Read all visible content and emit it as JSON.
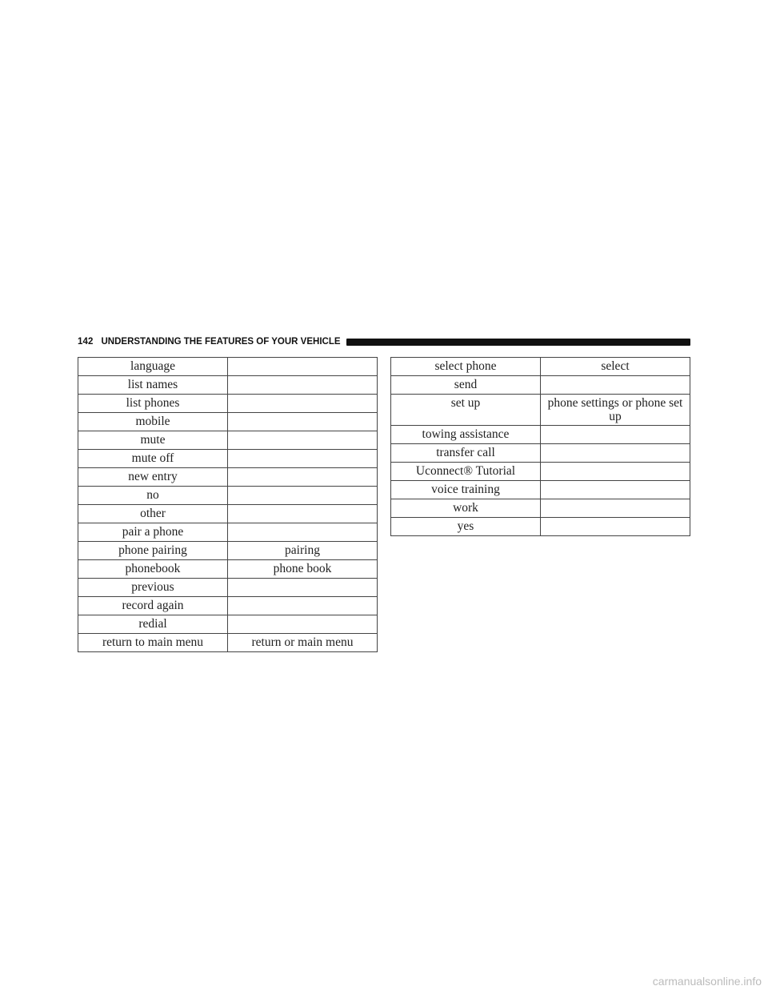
{
  "header": {
    "page_number": "142",
    "section_title": "UNDERSTANDING THE FEATURES OF YOUR VEHICLE"
  },
  "left_table": {
    "rows": [
      {
        "command": "language",
        "alternate": ""
      },
      {
        "command": "list names",
        "alternate": ""
      },
      {
        "command": "list phones",
        "alternate": ""
      },
      {
        "command": "mobile",
        "alternate": ""
      },
      {
        "command": "mute",
        "alternate": ""
      },
      {
        "command": "mute off",
        "alternate": ""
      },
      {
        "command": "new entry",
        "alternate": ""
      },
      {
        "command": "no",
        "alternate": ""
      },
      {
        "command": "other",
        "alternate": ""
      },
      {
        "command": "pair a phone",
        "alternate": ""
      },
      {
        "command": "phone pairing",
        "alternate": "pairing"
      },
      {
        "command": "phonebook",
        "alternate": "phone book"
      },
      {
        "command": "previous",
        "alternate": ""
      },
      {
        "command": "record again",
        "alternate": ""
      },
      {
        "command": "redial",
        "alternate": ""
      },
      {
        "command": "return to main menu",
        "alternate": "return or main menu"
      }
    ]
  },
  "right_table": {
    "rows": [
      {
        "command": "select phone",
        "alternate": "select"
      },
      {
        "command": "send",
        "alternate": ""
      },
      {
        "command": "set up",
        "alternate": "phone settings or phone set up"
      },
      {
        "command": "towing assistance",
        "alternate": ""
      },
      {
        "command": "transfer call",
        "alternate": ""
      },
      {
        "command": "Uconnect® Tutorial",
        "alternate": ""
      },
      {
        "command": "voice training",
        "alternate": ""
      },
      {
        "command": "work",
        "alternate": ""
      },
      {
        "command": "yes",
        "alternate": ""
      }
    ]
  },
  "watermark": {
    "text": "carmanualsonline.info"
  }
}
